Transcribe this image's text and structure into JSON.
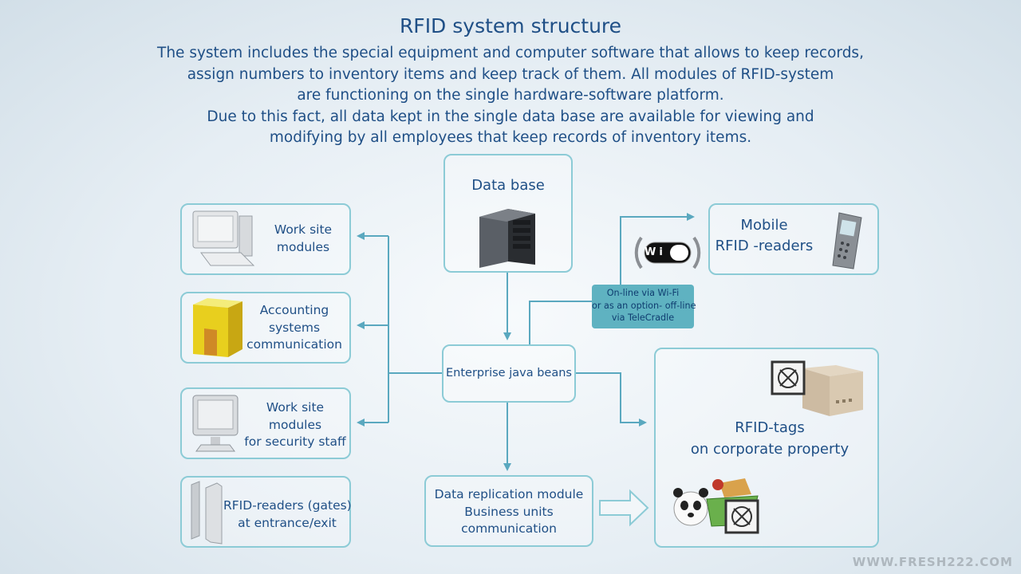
{
  "title": "RFID system structure",
  "intro_lines": [
    "The system includes the special equipment and computer software that allows to keep records,",
    "assign numbers to inventory items and keep track of them. All modules of RFID-system",
    "are functioning on the single hardware-software platform.",
    "Due to this fact, all data  kept in the single data base are available for viewing and",
    "modifying by all employees that keep records of inventory items."
  ],
  "nodes": {
    "database": [
      "Data base"
    ],
    "ejb": [
      "Enterprise java beans"
    ],
    "replication": [
      "Data replication module",
      "Business units",
      "communication"
    ],
    "work_site": [
      "Work site",
      "modules"
    ],
    "accounting": [
      "Accounting",
      "systems",
      "communication"
    ],
    "security": [
      "Work site",
      "modules",
      "for security staff"
    ],
    "gates": [
      "RFID-readers (gates)",
      "at entrance/exit"
    ],
    "mobile": [
      "Mobile",
      "RFID -readers"
    ],
    "tags": [
      "RFID-tags",
      "on corporate property"
    ]
  },
  "wifi_note": [
    "On-line via Wi-Fi",
    "or as an option- off-line",
    "via TeleCradle"
  ],
  "wifi_logo": "Wi Fi",
  "watermark": "WWW.FRESH222.COM",
  "colors": {
    "box_border": "#8ccbd6",
    "arrow": "#5aa8bf",
    "text": "#1f4f86",
    "note_bg": "#5fb2c1"
  }
}
